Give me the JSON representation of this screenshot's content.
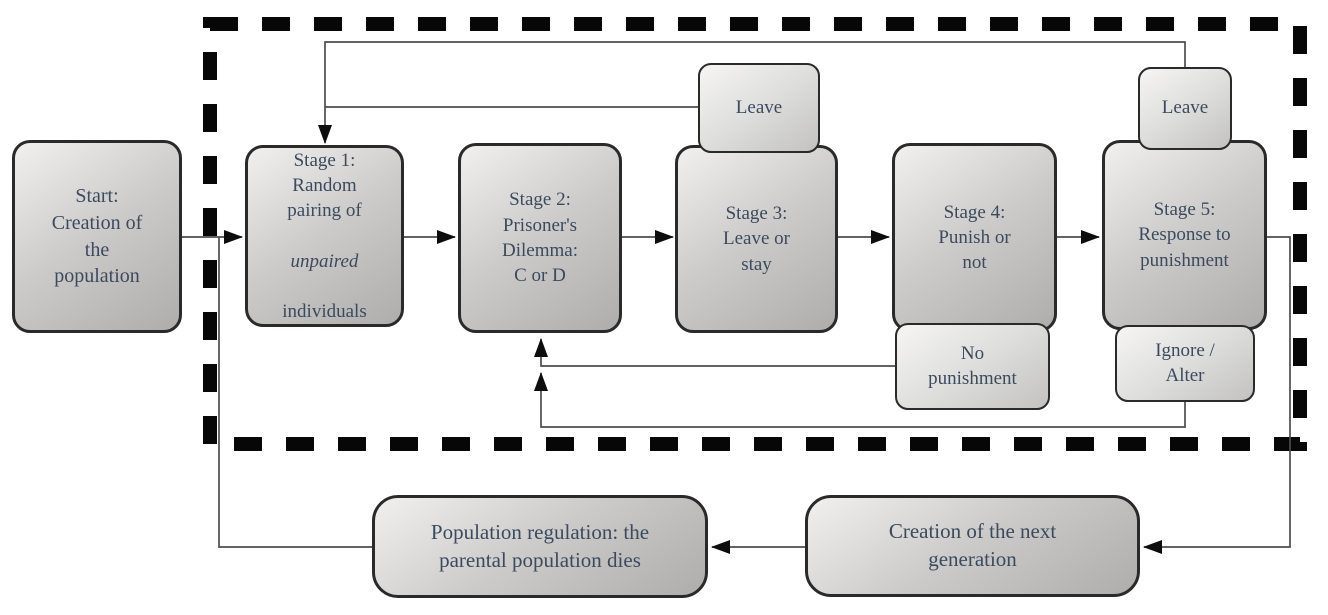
{
  "boxes": {
    "start": {
      "text": "Start:\nCreation of\nthe\npopulation"
    },
    "stage1": {
      "pre": "Stage 1:\nRandom\npairing of",
      "italic": "unpaired",
      "post": "individuals"
    },
    "stage2": {
      "text": "Stage 2:\nPrisoner's\nDilemma:\nC or D"
    },
    "stage3": {
      "text": "Stage 3:\nLeave or\nstay"
    },
    "stage4": {
      "text": "Stage 4:\nPunish or\nnot"
    },
    "stage5": {
      "text": "Stage 5:\nResponse to\npunishment"
    },
    "leave_stage3": {
      "text": "Leave"
    },
    "leave_stage5": {
      "text": "Leave"
    },
    "no_punishment": {
      "text": "No\npunishment"
    },
    "ignore_alter": {
      "text": "Ignore /\nAlter"
    },
    "population_regulation": {
      "text": "Population regulation: the\nparental population dies"
    },
    "next_generation": {
      "text": "Creation of the next\ngeneration"
    }
  },
  "colors": {
    "background": "#ffffff",
    "box_fill_light": "#f1f0ef",
    "box_fill_dark": "#aeadac",
    "small_box_fill_light": "#f6f5f4",
    "small_box_fill_dark": "#c3c2c1",
    "box_border": "#2a2a2a",
    "text": "#3c4a5e",
    "connector": "#4d4d4d",
    "arrowhead": "#0d0d0d",
    "dashed_border": "#070707"
  }
}
